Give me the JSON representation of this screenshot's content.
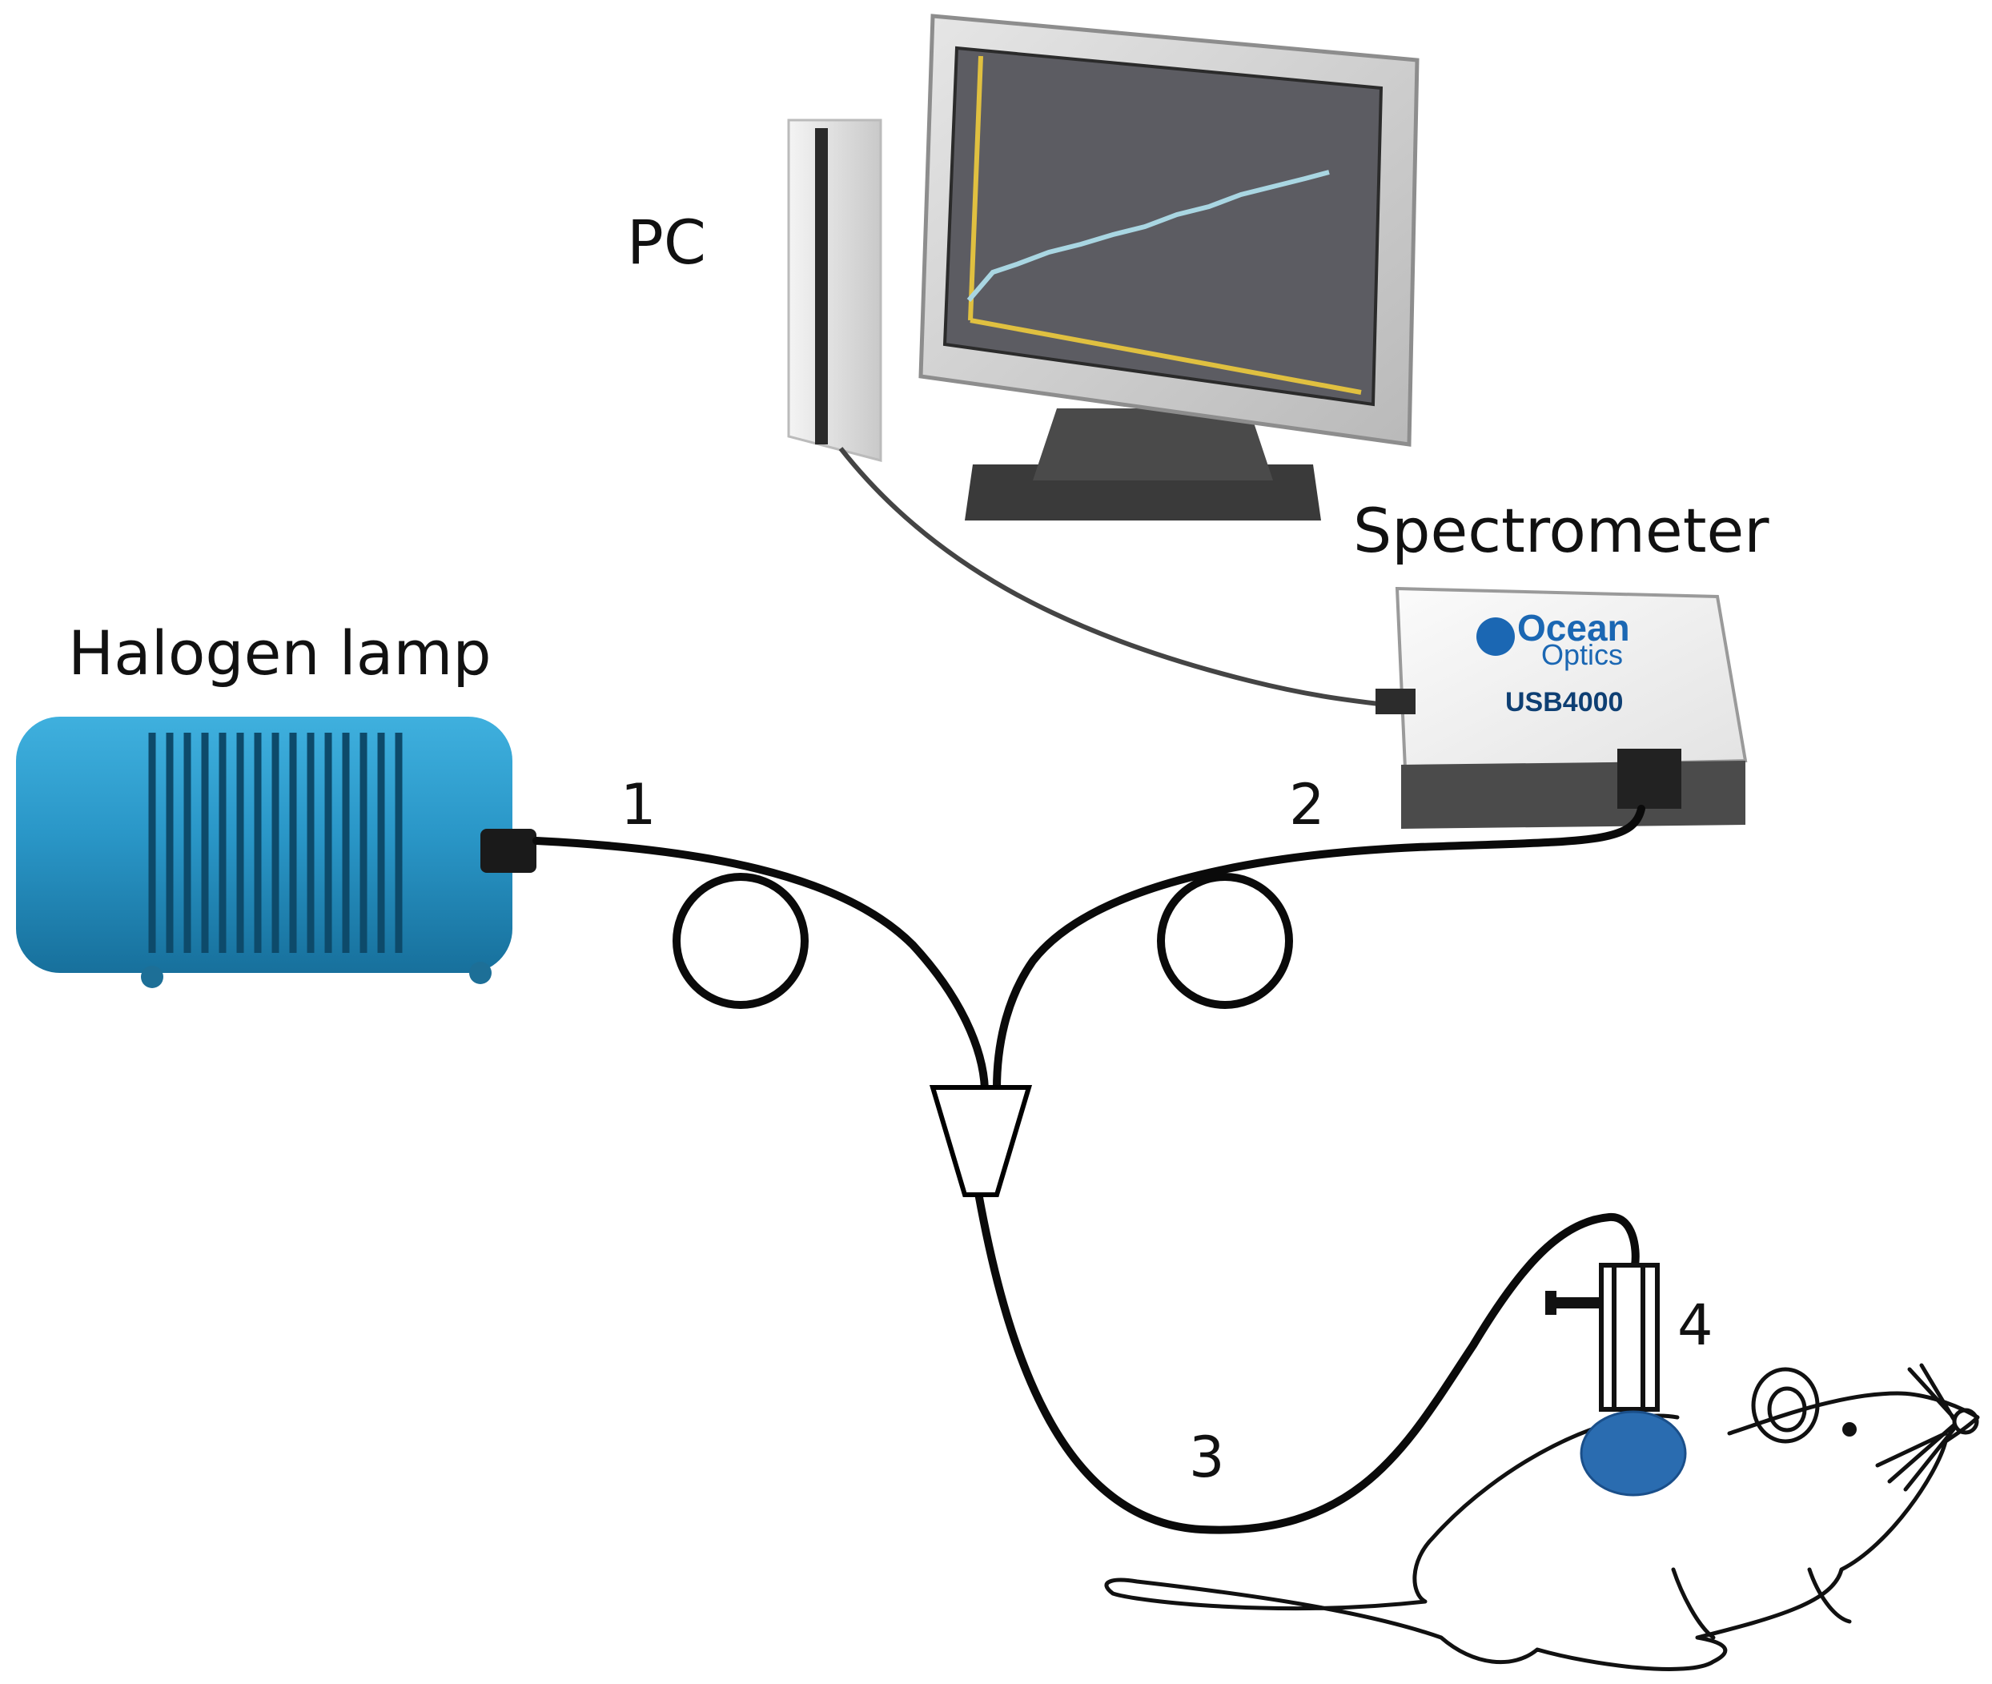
{
  "labels": {
    "pc": "PC",
    "spectrometer": "Spectrometer",
    "halogen_lamp": "Halogen lamp",
    "fiber_1": "1",
    "fiber_2": "2",
    "fiber_3": "3",
    "probe_4": "4"
  },
  "spectrometer_device": {
    "brand_line1": "Ocean",
    "brand_line2": "Optics",
    "model": "USB4000"
  },
  "colors": {
    "lamp_body": "#2a97c8",
    "probe_spot": "#2a6cb0",
    "screen_trace": "#a9d6e2",
    "screen_axis": "#e0c040"
  }
}
